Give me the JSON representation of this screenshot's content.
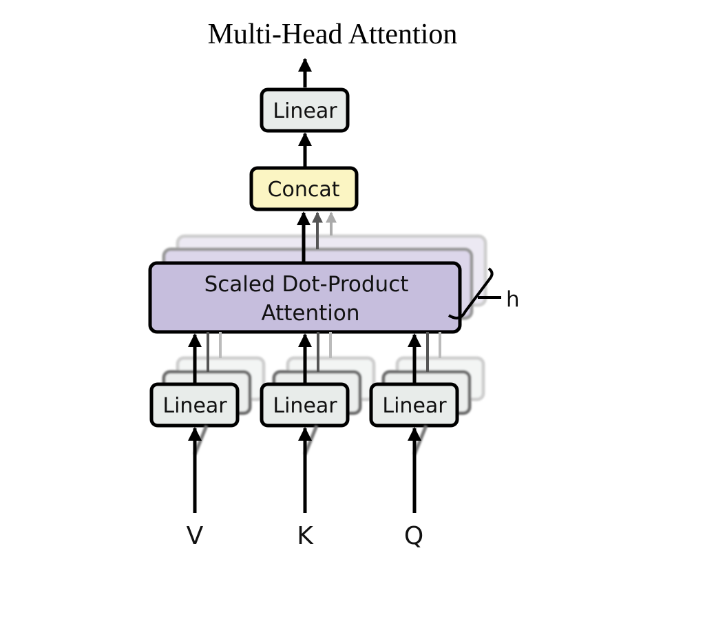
{
  "title": "Multi-Head Attention",
  "blocks": {
    "linear_out": "Linear",
    "concat": "Concat",
    "attention_line1": "Scaled Dot-Product",
    "attention_line2": "Attention",
    "linear_v": "Linear",
    "linear_k": "Linear",
    "linear_q": "Linear"
  },
  "inputs": {
    "v": "V",
    "k": "K",
    "q": "Q"
  },
  "heads_label": "h",
  "colors": {
    "linear_fill": "#e8ecea",
    "concat_fill": "#fbf5c3",
    "attention_fill": "#c6bedd",
    "stroke": "#000000"
  }
}
